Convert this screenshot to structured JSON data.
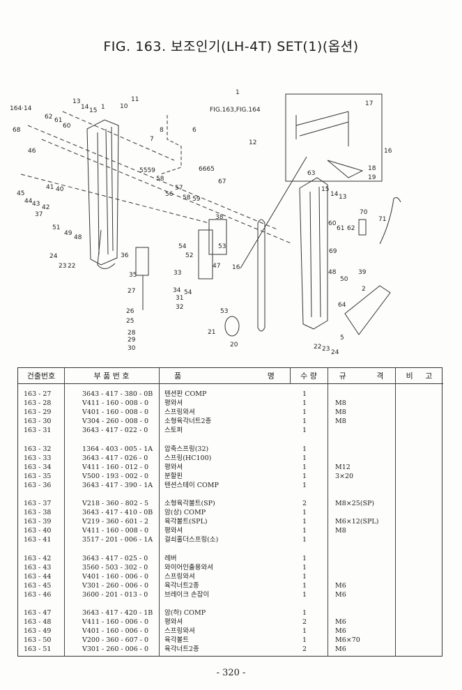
{
  "title": "FIG. 163. 보조인기(LH-4T) SET(1)(옵션)",
  "diagram": {
    "ref_label": "FIG.163,FIG.164",
    "callouts": [
      "164·14",
      "13",
      "14",
      "15",
      "1",
      "10",
      "11",
      "62",
      "61",
      "60",
      "68",
      "8",
      "7",
      "6",
      "1",
      "12",
      "17",
      "16",
      "18",
      "19",
      "46",
      "5559",
      "58",
      "6665",
      "67",
      "57",
      "56",
      "58",
      "59",
      "63",
      "15",
      "14",
      "13",
      "70",
      "71",
      "41",
      "40",
      "45",
      "44",
      "43",
      "42",
      "37",
      "51",
      "49",
      "48",
      "38",
      "53",
      "54",
      "52",
      "60",
      "61",
      "62",
      "69",
      "24",
      "23",
      "22",
      "36",
      "35",
      "33",
      "47",
      "16",
      "39",
      "48",
      "50",
      "34",
      "54",
      "31",
      "32",
      "27",
      "2",
      "26",
      "53",
      "64",
      "25",
      "21",
      "28",
      "29",
      "30",
      "20",
      "5",
      "22",
      "23",
      "24"
    ]
  },
  "table": {
    "headers": [
      "건출번호",
      "부 품 번 호",
      "품 명",
      "수 량",
      "규 격",
      "비 고"
    ],
    "groups": [
      [
        {
          "no": "163 - 27",
          "part": "3643 - 417 - 380 - 0B",
          "name": "텐션판 COMP",
          "qty": "1",
          "spec": ""
        },
        {
          "no": "163 - 28",
          "part": "V411 - 160 - 008 - 0",
          "name": "평와셔",
          "qty": "1",
          "spec": "M8"
        },
        {
          "no": "163 - 29",
          "part": "V401 - 160 - 008 - 0",
          "name": "스프링와셔",
          "qty": "1",
          "spec": "M8"
        },
        {
          "no": "163 - 30",
          "part": "V304 - 260 - 008 - 0",
          "name": "소형육각너트2종",
          "qty": "1",
          "spec": "M8"
        },
        {
          "no": "163 - 31",
          "part": "3643 - 417 - 022 - 0",
          "name": "스토퍼",
          "qty": "1",
          "spec": ""
        }
      ],
      [
        {
          "no": "163 - 32",
          "part": "1364 - 403 - 005 - 1A",
          "name": "압축스프링(32)",
          "qty": "1",
          "spec": ""
        },
        {
          "no": "163 - 33",
          "part": "3643 - 417 - 026 - 0",
          "name": "스프링(HC100)",
          "qty": "1",
          "spec": ""
        },
        {
          "no": "163 - 34",
          "part": "V411 - 160 - 012 - 0",
          "name": "평와셔",
          "qty": "1",
          "spec": "M12"
        },
        {
          "no": "163 - 35",
          "part": "V500 - 193 - 002 - 0",
          "name": "분할핀",
          "qty": "1",
          "spec": "3×20"
        },
        {
          "no": "163 - 36",
          "part": "3643 - 417 - 390 - 1A",
          "name": "텐션스테이 COMP",
          "qty": "1",
          "spec": ""
        }
      ],
      [
        {
          "no": "163 - 37",
          "part": "V218 - 360 - 802 - 5",
          "name": "소형육각볼트(SP)",
          "qty": "2",
          "spec": "M8×25(SP)"
        },
        {
          "no": "163 - 38",
          "part": "3643 - 417 - 410 - 0B",
          "name": "암(상) COMP",
          "qty": "1",
          "spec": ""
        },
        {
          "no": "163 - 39",
          "part": "V219 - 360 - 601 - 2",
          "name": "육각볼트(SPL)",
          "qty": "1",
          "spec": "M6×12(SPL)"
        },
        {
          "no": "163 - 40",
          "part": "V411 - 160 - 008 - 0",
          "name": "평와셔",
          "qty": "1",
          "spec": "M8"
        },
        {
          "no": "163 - 41",
          "part": "3517 - 201 - 006 - 1A",
          "name": "걸쇠홀더스프링(소)",
          "qty": "1",
          "spec": ""
        }
      ],
      [
        {
          "no": "163 - 42",
          "part": "3643 - 417 - 025 - 0",
          "name": "레버",
          "qty": "1",
          "spec": ""
        },
        {
          "no": "163 - 43",
          "part": "3560 - 503 - 302 - 0",
          "name": "와이어인출용와셔",
          "qty": "1",
          "spec": ""
        },
        {
          "no": "163 - 44",
          "part": "V401 - 160 - 006 - 0",
          "name": "스프링와셔",
          "qty": "1",
          "spec": ""
        },
        {
          "no": "163 - 45",
          "part": "V301 - 260 - 006 - 0",
          "name": "육각너트2종",
          "qty": "1",
          "spec": "M6"
        },
        {
          "no": "163 - 46",
          "part": "3600 - 201 - 013 - 0",
          "name": "브레이크 손잡이",
          "qty": "1",
          "spec": "M6"
        }
      ],
      [
        {
          "no": "163 - 47",
          "part": "3643 - 417 - 420 - 1B",
          "name": "암(하) COMP",
          "qty": "1",
          "spec": ""
        },
        {
          "no": "163 - 48",
          "part": "V411 - 160 - 006 - 0",
          "name": "평와셔",
          "qty": "2",
          "spec": "M6"
        },
        {
          "no": "163 - 49",
          "part": "V401 - 160 - 006 - 0",
          "name": "스프링와셔",
          "qty": "1",
          "spec": "M6"
        },
        {
          "no": "163 - 50",
          "part": "V200 - 360 - 607 - 0",
          "name": "육각볼트",
          "qty": "1",
          "spec": "M6×70"
        },
        {
          "no": "163 - 51",
          "part": "V301 - 260 - 006 - 0",
          "name": "육각너트2종",
          "qty": "2",
          "spec": "M6"
        }
      ]
    ]
  },
  "page_number": "- 320 -"
}
